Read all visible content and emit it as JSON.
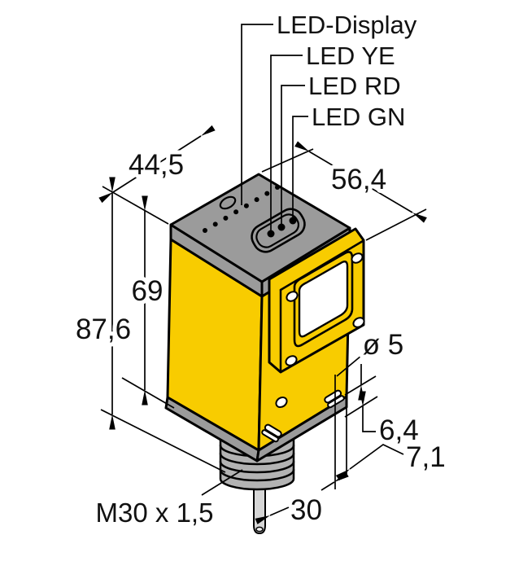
{
  "callouts": {
    "led_display": "LED-Display",
    "led_yellow": "LED YE",
    "led_red": "LED RD",
    "led_green": "LED GN"
  },
  "dimensions": {
    "top_width": "44,5",
    "top_depth": "56,4",
    "housing_height": "69",
    "overall_height": "87,6",
    "mounting_hole_diameter": "ø 5",
    "slot_height": "6,4",
    "slot_edge_distance": "7,1",
    "bottom_offset": "30",
    "thread_spec": "M30 x 1,5"
  },
  "colors": {
    "housing_yellow": "#F8CC00",
    "top_gray": "#9B9B9B",
    "thread_gray": "#B3B3B3",
    "cable_gray": "#D6D6D6",
    "line_black": "#000000",
    "background": "#FFFFFF"
  }
}
